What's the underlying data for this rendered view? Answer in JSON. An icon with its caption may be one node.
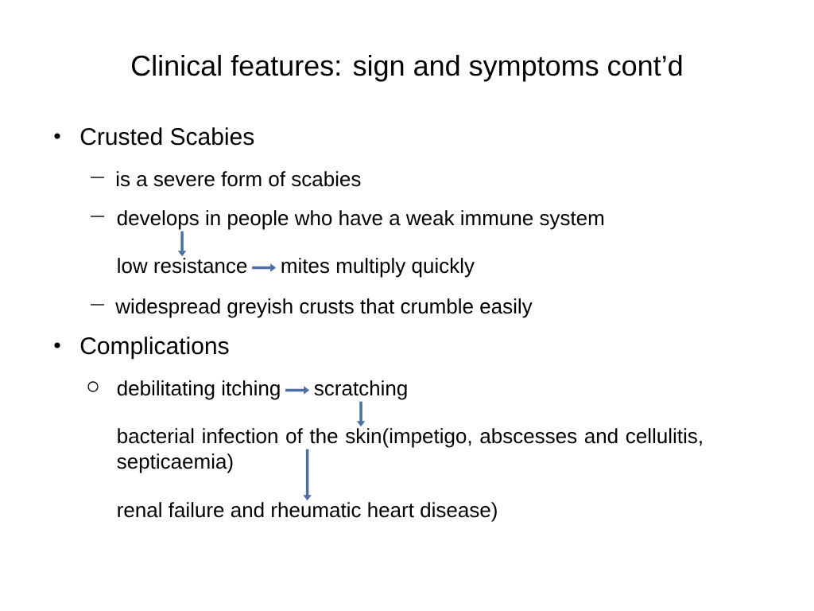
{
  "diagram": {
    "title": "Clinical features: sign and symptoms cont’d",
    "nodes": [
      {
        "text": [
          "develops in people who have a weak immune system"
        ]
      },
      {
        "text": [
          "low resistance"
        ]
      },
      {
        "text": [
          "mites multiply quickly"
        ]
      },
      {
        "text": [
          "debilitating itching"
        ]
      },
      {
        "text": [
          "scratching"
        ]
      },
      {
        "text": [
          "bacterial infection of the skin(impetigo, abscesses and cellulitis, septicaemia)"
        ]
      },
      {
        "text": [
          "renal failure and rheumatic heart disease)"
        ]
      }
    ],
    "edges": [
      {
        "from": 0,
        "to": 1,
        "arrow": "to"
      },
      {
        "from": 1,
        "to": 2,
        "arrow": "to"
      },
      {
        "from": 3,
        "to": 4,
        "arrow": "to"
      },
      {
        "from": 4,
        "to": 5,
        "arrow": "to"
      },
      {
        "from": 5,
        "to": 6,
        "arrow": "to"
      }
    ],
    "labels": [
      "Crusted Scabies",
      "is a severe form of scabies",
      "widespread greyish crusts that crumble easily",
      "Complications"
    ]
  }
}
